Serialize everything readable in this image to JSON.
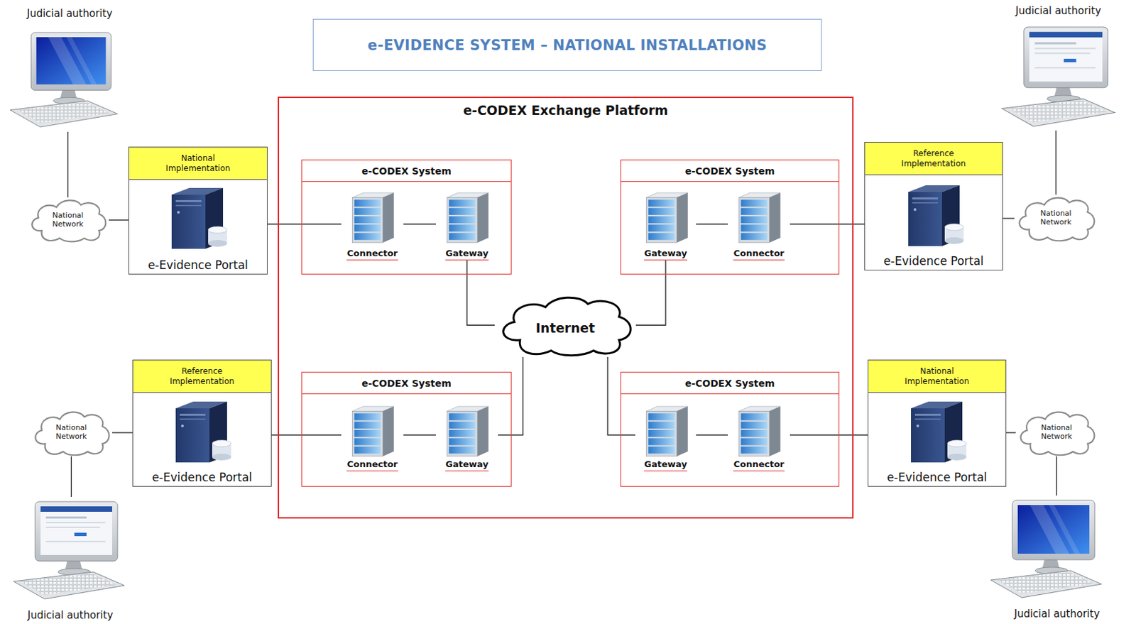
{
  "diagram": {
    "title": "e-EVIDENCE SYSTEM – NATIONAL INSTALLATIONS",
    "nodes": [
      {
        "text": [
          "Judicial authority"
        ]
      },
      {
        "text": [
          "Judicial authority"
        ]
      },
      {
        "text": [
          "National Network"
        ]
      },
      {
        "text": [
          "National Implementation",
          "e-Evidence Portal"
        ]
      },
      {
        "text": [
          "e-CODEX Exchange Platform"
        ]
      },
      {
        "text": [
          "e-CODEX System"
        ],
        "in": 4
      },
      {
        "text": [
          "Connector"
        ],
        "in": 5
      },
      {
        "text": [
          "Gateway"
        ],
        "in": 5
      },
      {
        "text": [
          "e-CODEX System"
        ],
        "in": 4
      },
      {
        "text": [
          "Gateway"
        ],
        "in": 8
      },
      {
        "text": [
          "Connector"
        ],
        "in": 8
      },
      {
        "text": [
          "Reference Implementation",
          "e-Evidence Portal"
        ]
      },
      {
        "text": [
          "National Network"
        ]
      },
      {
        "text": [
          "Internet"
        ],
        "in": 4
      },
      {
        "text": [
          "Reference Implementation",
          "e-Evidence Portal"
        ]
      },
      {
        "text": [
          "National Network"
        ]
      },
      {
        "text": [
          "e-CODEX System"
        ],
        "in": 4
      },
      {
        "text": [
          "Connector"
        ],
        "in": 16
      },
      {
        "text": [
          "Gateway"
        ],
        "in": 16
      },
      {
        "text": [
          "e-CODEX System"
        ],
        "in": 4
      },
      {
        "text": [
          "Gateway"
        ],
        "in": 19
      },
      {
        "text": [
          "Connector"
        ],
        "in": 19
      },
      {
        "text": [
          "National Implementation",
          "e-Evidence Portal"
        ]
      },
      {
        "text": [
          "National Network"
        ]
      },
      {
        "text": [
          "Judicial authority"
        ]
      },
      {
        "text": [
          "Judicial authority"
        ]
      }
    ],
    "edges": [
      {
        "from": 0,
        "to": 2,
        "arrow": "none"
      },
      {
        "from": 2,
        "to": 3,
        "arrow": "none"
      },
      {
        "from": 3,
        "to": 6,
        "arrow": "none"
      },
      {
        "from": 6,
        "to": 7,
        "arrow": "none"
      },
      {
        "from": 7,
        "to": 13,
        "arrow": "none"
      },
      {
        "from": 1,
        "to": 12,
        "arrow": "none"
      },
      {
        "from": 12,
        "to": 11,
        "arrow": "none"
      },
      {
        "from": 11,
        "to": 10,
        "arrow": "none"
      },
      {
        "from": 10,
        "to": 9,
        "arrow": "none"
      },
      {
        "from": 9,
        "to": 13,
        "arrow": "none"
      },
      {
        "from": 15,
        "to": 14,
        "arrow": "none"
      },
      {
        "from": 14,
        "to": 17,
        "arrow": "none"
      },
      {
        "from": 17,
        "to": 18,
        "arrow": "none"
      },
      {
        "from": 18,
        "to": 13,
        "arrow": "none"
      },
      {
        "from": 13,
        "to": 20,
        "arrow": "none"
      },
      {
        "from": 20,
        "to": 21,
        "arrow": "none"
      },
      {
        "from": 21,
        "to": 22,
        "arrow": "none"
      },
      {
        "from": 22,
        "to": 23,
        "arrow": "none"
      },
      {
        "from": 23,
        "to": 25,
        "arrow": "none"
      },
      {
        "from": 15,
        "to": 24,
        "arrow": "none"
      }
    ]
  }
}
